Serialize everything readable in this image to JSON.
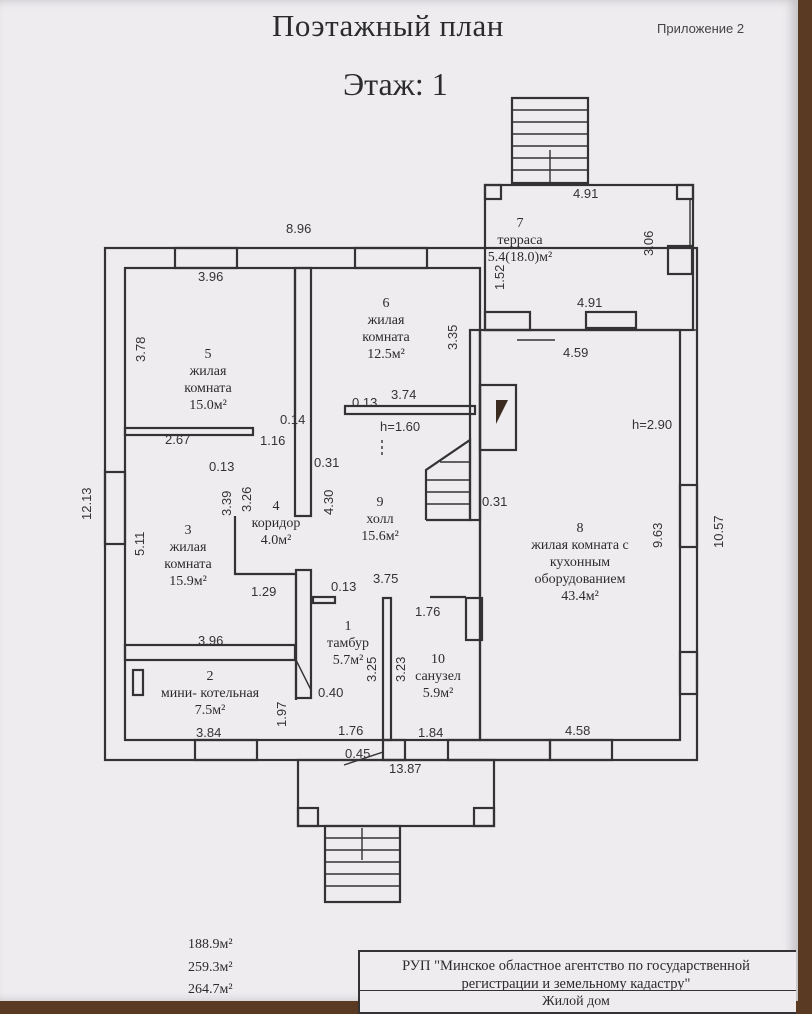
{
  "header": {
    "title": "Поэтажный план",
    "appendix": "Приложение 2",
    "floor": "Этаж: 1"
  },
  "rooms": [
    {
      "num": "1",
      "name": "тамбур",
      "area": "5.7м²"
    },
    {
      "num": "2",
      "name": "мини- котельная",
      "area": "7.5м²"
    },
    {
      "num": "3",
      "name": "жилая\nкомната",
      "area": "15.9м²"
    },
    {
      "num": "4",
      "name": "коридор",
      "area": "4.0м²"
    },
    {
      "num": "5",
      "name": "жилая\nкомната",
      "area": "15.0м²"
    },
    {
      "num": "6",
      "name": "жилая\nкомната",
      "area": "12.5м²"
    },
    {
      "num": "7",
      "name": "терраса",
      "area": "5.4(18.0)м²"
    },
    {
      "num": "8",
      "name": "жилая комната с\nкухонным\nоборудованием",
      "area": "43.4м²"
    },
    {
      "num": "9",
      "name": "холл",
      "area": "15.6м²"
    },
    {
      "num": "10",
      "name": "санузел",
      "area": "5.9м²"
    }
  ],
  "dimensions": {
    "top_overall": "8.96",
    "terrace_top": "4.91",
    "terrace_side": "3.06",
    "terrace_left": "1.52",
    "terrace_bottom": "4.91",
    "r8_top": "4.59",
    "r8_height": "h=2.90",
    "r8_side": "9.63",
    "right_overall": "10.57",
    "r8_bottom": "4.58",
    "r5_top": "3.96",
    "r5_side": "3.78",
    "r6_side": "3.35",
    "hall_top": "3.74",
    "wall_013_a": "0.13",
    "hall_height": "h=1.60",
    "wall_014": "0.14",
    "r3_top": "2.67",
    "dim_116": "1.16",
    "wall_013_b": "0.13",
    "wall_031_a": "0.31",
    "wall_031_b": "0.31",
    "left_overall": "12.13",
    "r3_side": "5.11",
    "dim_339": "3.39",
    "dim_326": "3.26",
    "dim_430": "4.30",
    "dim_129": "1.29",
    "wall_013_c": "0.13",
    "dim_375": "3.75",
    "dim_176_a": "1.76",
    "r3_bottom": "3.96",
    "dim_325": "3.25",
    "dim_323": "3.23",
    "wall_040": "0.40",
    "dim_197": "1.97",
    "r2_bottom": "3.84",
    "dim_176_b": "1.76",
    "dim_184": "1.84",
    "wall_045": "0.45",
    "bottom_overall": "13.87"
  },
  "totals": [
    "188.9м²",
    "259.3м²",
    "264.7м²"
  ],
  "stamp": {
    "line1": "РУП \"Минское областное агентство по государственной",
    "line2": "регистрации и земельному кадастру\"",
    "line3": "Жилой дом"
  },
  "colors": {
    "paper": "#eeecef",
    "ink": "#2b2b2b",
    "background": "#5a3a22"
  }
}
